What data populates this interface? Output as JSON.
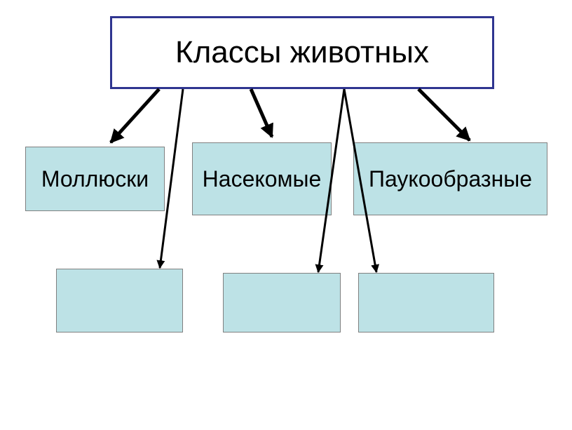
{
  "diagram": {
    "root": {
      "label": "Классы животных"
    },
    "nodes": [
      {
        "label": "Моллюски"
      },
      {
        "label": "Насекомые"
      },
      {
        "label": "Паукообразные"
      }
    ],
    "empty_boxes": [
      {
        "label": ""
      },
      {
        "label": ""
      },
      {
        "label": ""
      }
    ],
    "colors": {
      "root_border": "#2f3590",
      "node_fill": "#bde2e6",
      "node_border": "#808080",
      "arrow": "#000000"
    }
  }
}
